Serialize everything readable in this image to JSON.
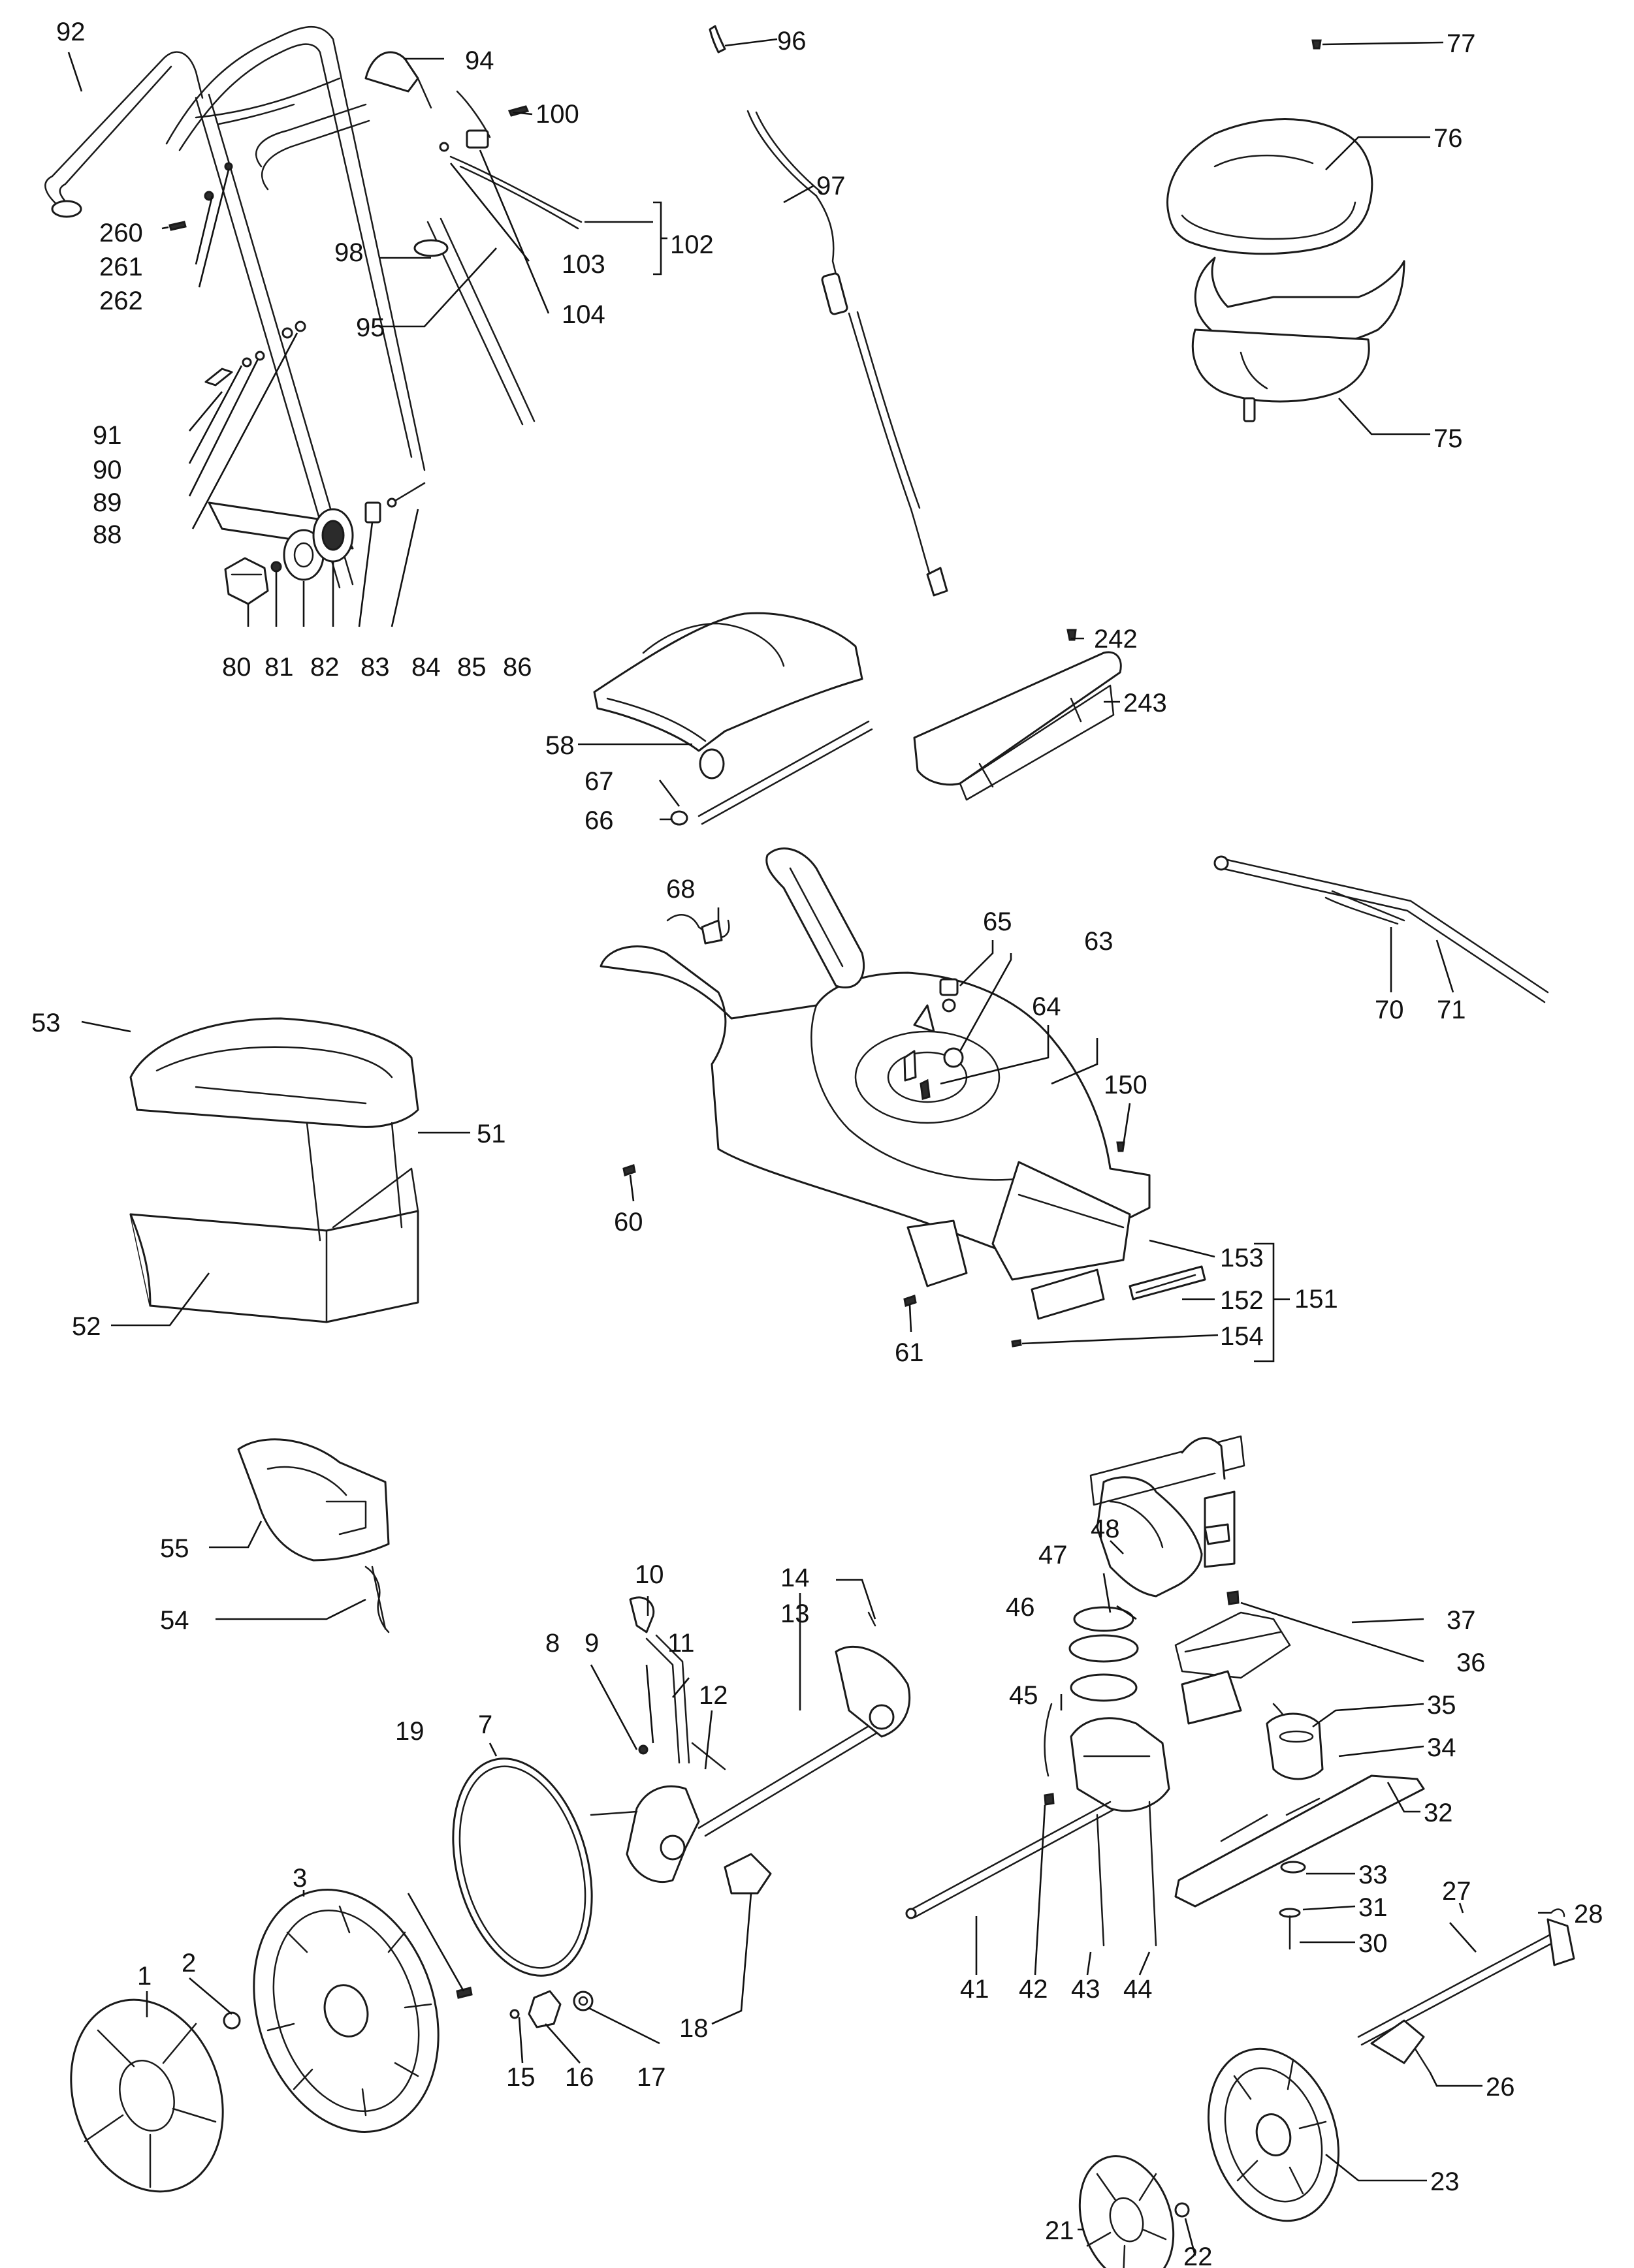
{
  "labels": {
    "p1": "1",
    "p2": "2",
    "p3": "3",
    "p7": "7",
    "p8": "8",
    "p9": "9",
    "p10": "10",
    "p11": "11",
    "p12": "12",
    "p13": "13",
    "p14": "14",
    "p15": "15",
    "p16": "16",
    "p17": "17",
    "p18": "18",
    "p19": "19",
    "p21": "21",
    "p22": "22",
    "p23": "23",
    "p26": "26",
    "p27": "27",
    "p28": "28",
    "p30": "30",
    "p31": "31",
    "p32": "32",
    "p33": "33",
    "p34": "34",
    "p35": "35",
    "p36": "36",
    "p37": "37",
    "p41": "41",
    "p42": "42",
    "p43": "43",
    "p44": "44",
    "p45": "45",
    "p46": "46",
    "p47": "47",
    "p48": "48",
    "p51": "51",
    "p52": "52",
    "p53": "53",
    "p54": "54",
    "p55": "55",
    "p58": "58",
    "p60": "60",
    "p61": "61",
    "p63": "63",
    "p64": "64",
    "p65": "65",
    "p66": "66",
    "p67": "67",
    "p68": "68",
    "p70": "70",
    "p71": "71",
    "p75": "75",
    "p76": "76",
    "p77": "77",
    "p80": "80",
    "p81": "81",
    "p82": "82",
    "p83": "83",
    "p84": "84",
    "p85": "85",
    "p86": "86",
    "p88": "88",
    "p89": "89",
    "p90": "90",
    "p91": "91",
    "p92": "92",
    "p94": "94",
    "p95": "95",
    "p96": "96",
    "p97": "97",
    "p98": "98",
    "p100": "100",
    "p102": "102",
    "p103": "103",
    "p104": "104",
    "p150": "150",
    "p151": "151",
    "p152": "152",
    "p153": "153",
    "p154": "154",
    "p242": "242",
    "p243": "243",
    "p260": "260",
    "p261": "261",
    "p262": "262"
  }
}
